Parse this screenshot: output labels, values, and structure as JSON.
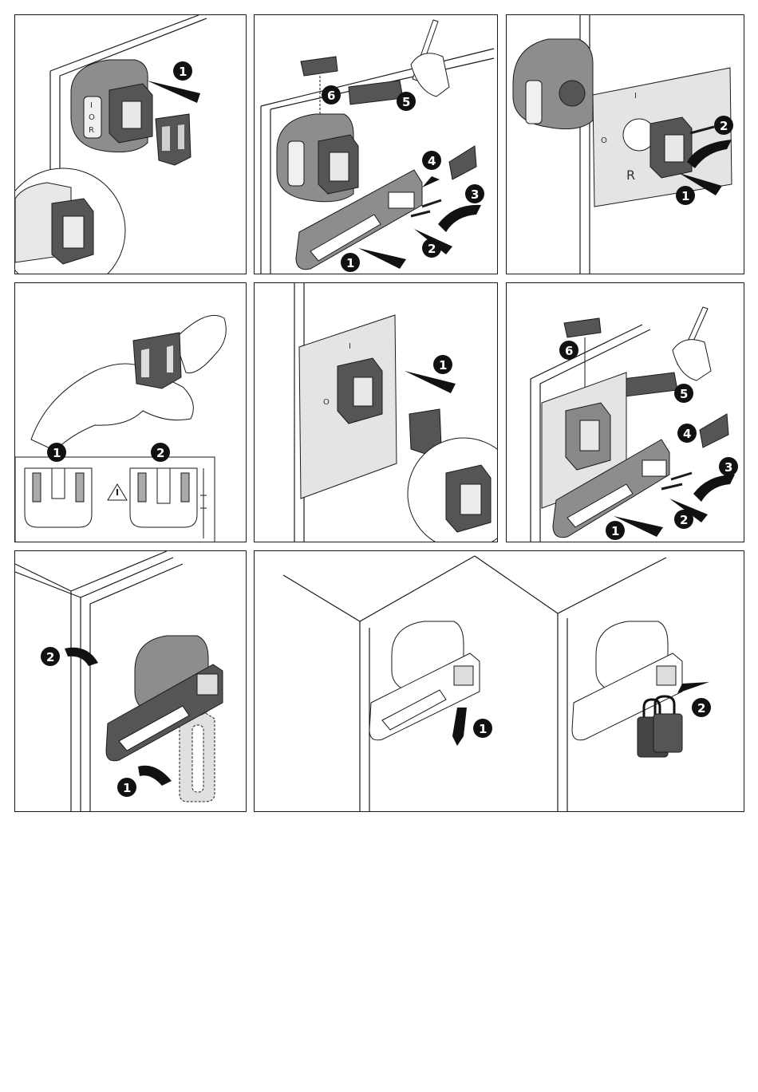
{
  "panels": [
    {
      "id": "p1",
      "steps": [
        "1"
      ]
    },
    {
      "id": "p2",
      "steps": [
        "1",
        "2",
        "3",
        "4",
        "5",
        "6"
      ]
    },
    {
      "id": "p3",
      "steps": [
        "1",
        "2"
      ],
      "dial_labels": [
        "I",
        "O",
        "R"
      ]
    },
    {
      "id": "p4",
      "steps": [
        "1",
        "2"
      ]
    },
    {
      "id": "p5",
      "steps": [
        "1"
      ],
      "dial_labels": [
        "I",
        "O"
      ]
    },
    {
      "id": "p6",
      "steps": [
        "1",
        "2",
        "3",
        "4",
        "5",
        "6"
      ]
    },
    {
      "id": "p7",
      "steps": [
        "1",
        "2"
      ]
    },
    {
      "id": "p8",
      "steps": [
        "1",
        "2"
      ]
    }
  ],
  "switch_markings": [
    "I",
    "O",
    "R"
  ],
  "colors": {
    "line": "#1a1a1a",
    "handle_gray": "#8d8d8d",
    "dark_gray": "#555555",
    "badge": "#111111",
    "light_gray": "#c8c8c8"
  },
  "icons": [
    "warning-icon",
    "pencil-icon",
    "hand-icon",
    "padlock-icon",
    "screw-icon",
    "arrow-icon"
  ]
}
